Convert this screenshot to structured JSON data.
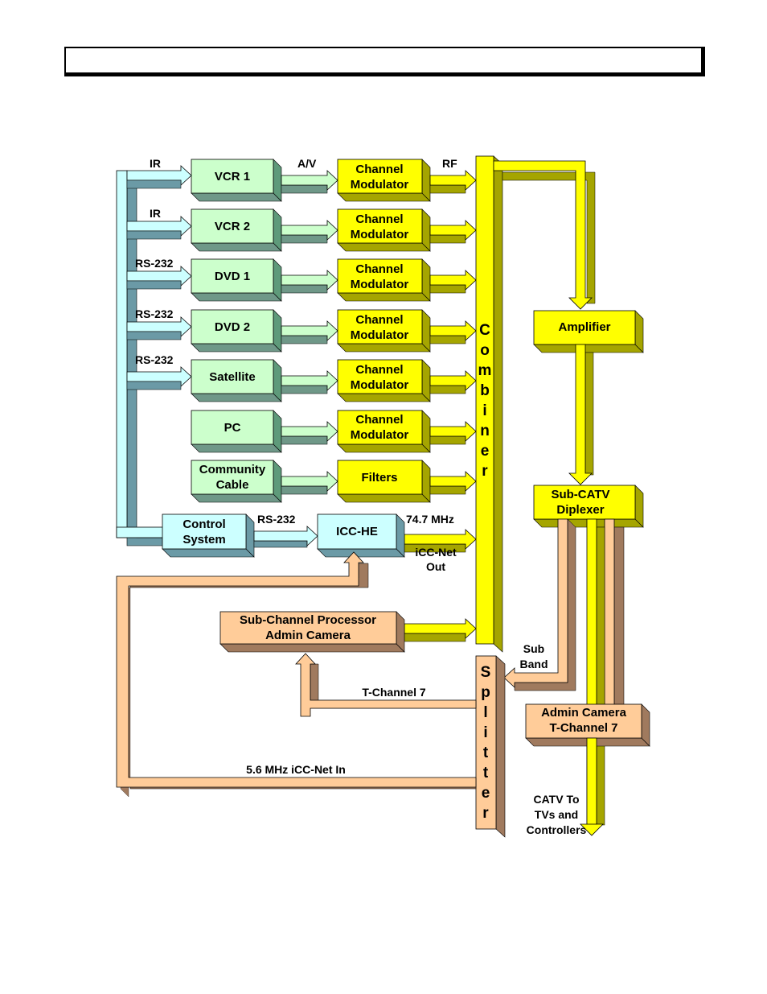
{
  "header": {
    "title": ""
  },
  "colors": {
    "green": "#ccffcc",
    "green_side": "#5e9a7a",
    "green_dark": "#6f9888",
    "cyan": "#ccffff",
    "cyan_side": "#6b9aa6",
    "yellow": "#ffff00",
    "yellow_side": "#a5a500",
    "orange": "#ffcc99",
    "orange_side": "#a07a5e"
  },
  "sources": [
    {
      "label": "VCR 1"
    },
    {
      "label": "VCR 2"
    },
    {
      "label": "DVD 1"
    },
    {
      "label": "DVD 2"
    },
    {
      "label": "Satellite"
    },
    {
      "label": "PC"
    },
    {
      "label_line1": "Community",
      "label_line2": "Cable"
    }
  ],
  "modulators": [
    {
      "line1": "Channel",
      "line2": "Modulator"
    },
    {
      "line1": "Channel",
      "line2": "Modulator"
    },
    {
      "line1": "Channel",
      "line2": "Modulator"
    },
    {
      "line1": "Channel",
      "line2": "Modulator"
    },
    {
      "line1": "Channel",
      "line2": "Modulator"
    },
    {
      "line1": "Channel",
      "line2": "Modulator"
    }
  ],
  "filters": {
    "label": "Filters"
  },
  "control_labels": [
    "IR",
    "IR",
    "RS-232",
    "RS-232",
    "RS-232"
  ],
  "signal_labels": {
    "av": "A/V",
    "rf": "RF"
  },
  "control_system": {
    "line1": "Control",
    "line2": "System"
  },
  "control_link": "RS-232",
  "icc_he": {
    "label": "ICC-HE",
    "freq": "74.7 MHz",
    "out_line1": "iCC-Net",
    "out_line2": "Out"
  },
  "combiner": {
    "letters": [
      "C",
      "o",
      "m",
      "b",
      "i",
      "n",
      "e",
      "r"
    ]
  },
  "splitter": {
    "letters": [
      "S",
      "p",
      "l",
      "i",
      "t",
      "t",
      "e",
      "r"
    ]
  },
  "amplifier": {
    "label": "Amplifier"
  },
  "diplexer": {
    "line1": "Sub-CATV",
    "line2": "Diplexer"
  },
  "subchannel": {
    "line1": "Sub-Channel Processor",
    "line2": "Admin Camera"
  },
  "admin_camera": {
    "line1": "Admin Camera",
    "line2": "T-Channel 7"
  },
  "sub_band": {
    "line1": "Sub",
    "line2": "Band"
  },
  "t_channel_label": "T-Channel 7",
  "icc_net_in_label": "5.6 MHz  iCC-Net In",
  "catv_out": {
    "line1": "CATV To",
    "line2": "TVs and",
    "line3": "Controllers"
  }
}
